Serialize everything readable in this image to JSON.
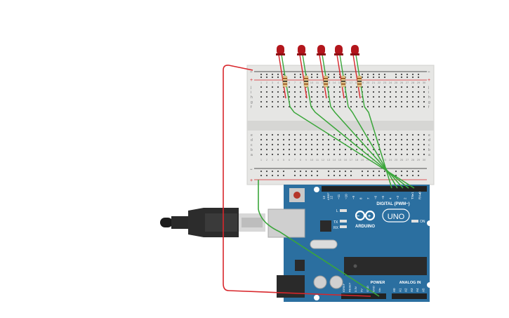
{
  "arduino": {
    "logo_text": "ARDUINO",
    "model": "UNO",
    "digital_header_label": "DIGITAL (PWM~)",
    "power_label": "POWER",
    "analog_label": "ANALOG IN",
    "aref": "AREF",
    "gnd": "GND",
    "pin_l": "L",
    "pin_tx": "TX",
    "pin_rx": "RX",
    "on_label": "ON",
    "digital_pins": [
      "13",
      "12",
      "~11",
      "~10",
      "~9",
      "8",
      "7",
      "~6",
      "~5",
      "4",
      "~3",
      "2",
      "TX▸1",
      "RX◂0"
    ],
    "power_pins": [
      "IOREF",
      "RESET",
      "3.3V",
      "5V",
      "GND",
      "GND",
      "Vin"
    ],
    "analog_pins": [
      "A0",
      "A1",
      "A2",
      "A3",
      "A4",
      "A5"
    ]
  },
  "breadboard": {
    "row_letters_top": [
      "j",
      "i",
      "h",
      "g",
      "f"
    ],
    "row_letters_bottom": [
      "e",
      "d",
      "c",
      "b",
      "a"
    ],
    "column_numbers": [
      "1",
      "2",
      "3",
      "4",
      "5",
      "6",
      "7",
      "8",
      "9",
      "10",
      "11",
      "12",
      "13",
      "14",
      "15",
      "16",
      "17",
      "18",
      "19",
      "20",
      "21",
      "22",
      "23",
      "24",
      "25",
      "26",
      "27",
      "28",
      "29",
      "30"
    ],
    "rail_plus": "+",
    "rail_minus": "−"
  },
  "colors": {
    "board": "#2b6fa0",
    "breadboard": "#e6e6e4",
    "led": "#b3161c",
    "wire_green": "#3aa63a",
    "wire_red": "#d8262b",
    "resistor": "#e3c58a"
  },
  "components": {
    "led_count": 5,
    "resistor_count": 5
  }
}
